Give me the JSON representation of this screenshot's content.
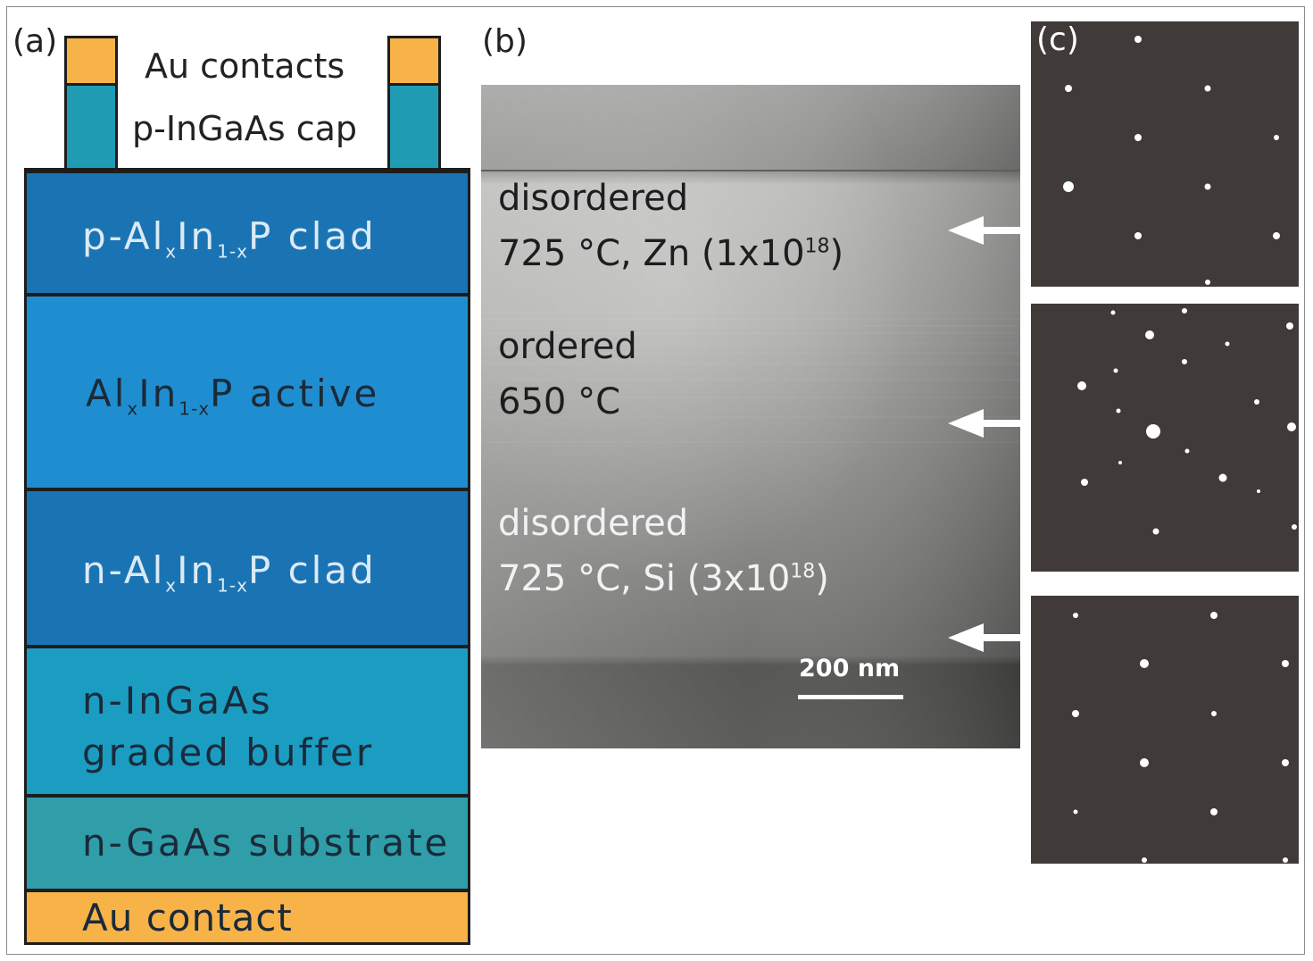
{
  "panel_labels": {
    "a": "(a)",
    "b": "(b)",
    "c": "(c)"
  },
  "panel_a": {
    "header": {
      "contacts": "Au contacts",
      "cap": "p-InGaAs cap"
    },
    "layers": {
      "p_clad": {
        "pre": "p-Al",
        "s1": "x",
        "mid": "In",
        "s2": "1-x",
        "post": "P clad",
        "color": "#1a74b4"
      },
      "active": {
        "pre": "Al",
        "s1": "x",
        "mid": "In",
        "s2": "1-x",
        "post": "P active",
        "color": "#1f8ed1"
      },
      "n_clad": {
        "pre": "n-Al",
        "s1": "x",
        "mid": "In",
        "s2": "1-x",
        "post": "P clad",
        "color": "#1a74b4"
      },
      "buffer": {
        "line1": "n-InGaAs",
        "line2": "graded buffer",
        "color": "#1b9dc2"
      },
      "substrate": {
        "text": "n-GaAs substrate",
        "color": "#2f9ea8"
      },
      "au_contact": {
        "text": "Au contact",
        "color": "#f7b347"
      }
    }
  },
  "panel_b": {
    "top": {
      "line1": "disordered",
      "line2_pre": "725 °C, Zn (1x10",
      "line2_sup": "18",
      "line2_post": ")"
    },
    "mid": {
      "line1": "ordered",
      "line2": "650 °C"
    },
    "bottom": {
      "line1": "disordered",
      "line2_pre": "725 °C, Si (3x10",
      "line2_sup": "18",
      "line2_post": ")"
    },
    "scale_bar": "200 nm"
  }
}
